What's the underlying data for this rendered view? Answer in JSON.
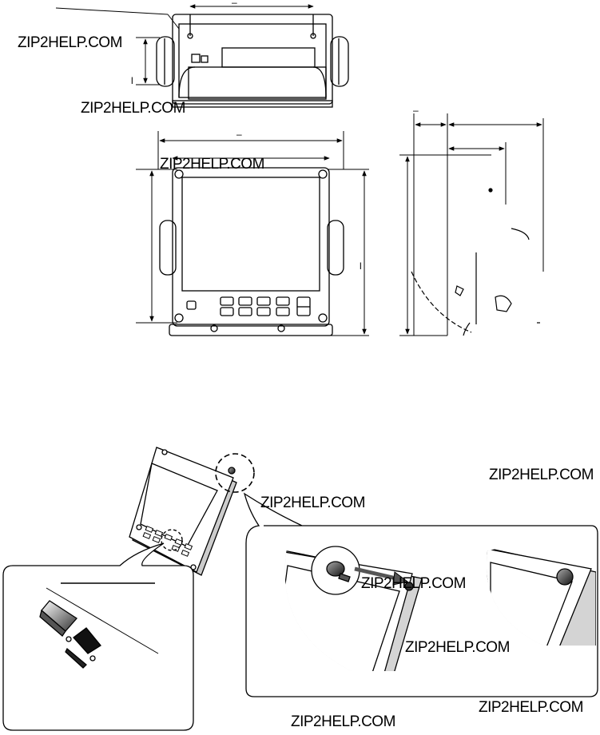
{
  "watermarks": [
    "ZIP2HELP.COM",
    "ZIP2HELP.COM",
    "ZIP2HELP.COM",
    "ZIP2HELP.COM",
    "ZIP2HELP.COM",
    "ZIP2HELP.COM",
    "ZIP2HELP.COM",
    "ZIP2HELP.COM",
    "ZIP2HELP.COM"
  ],
  "dimension_marks": {
    "top_width": "–",
    "front_width": "–",
    "side_depth": "–",
    "top_height": "l",
    "front_height": "l"
  },
  "colors": {
    "line": "#000000",
    "panel_edge_gray": "#cccccc",
    "cap_dark": "#555555",
    "background": "#ffffff"
  },
  "icons": [
    "rubber-cap-icon",
    "insert-arrow-icon",
    "hood-cap-icon"
  ]
}
